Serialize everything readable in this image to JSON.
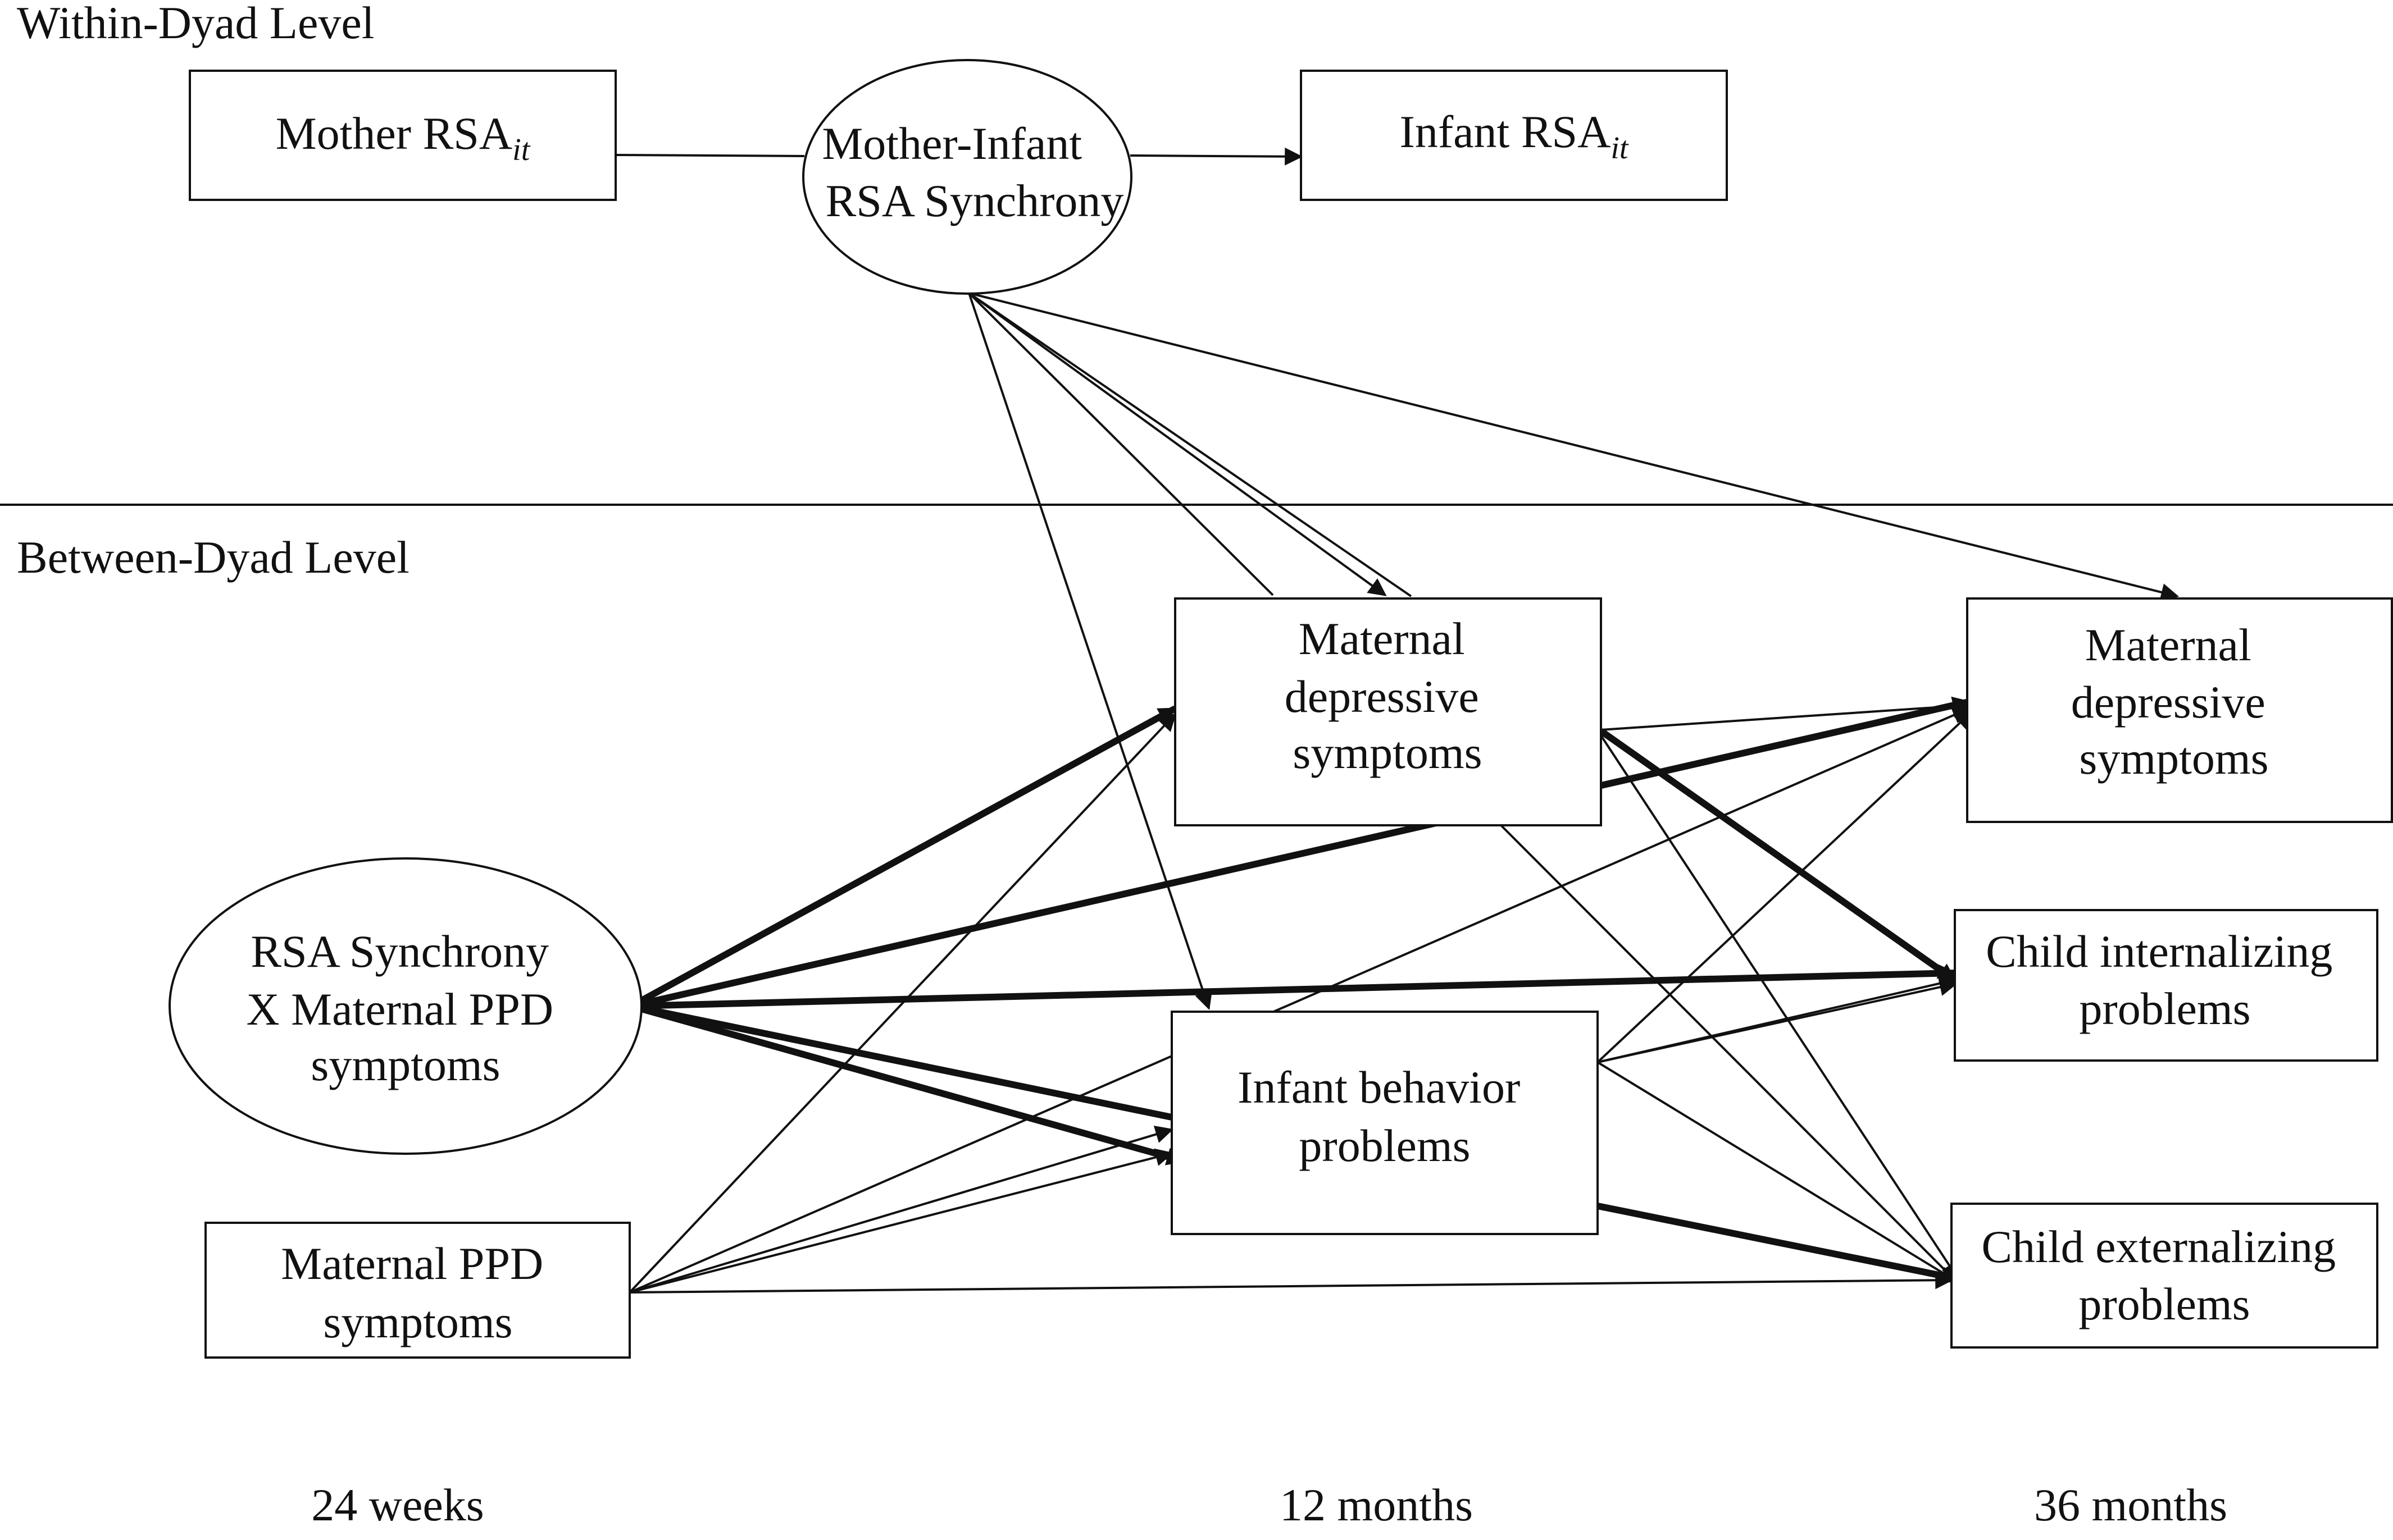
{
  "levels": {
    "within": "Within-Dyad Level",
    "between": "Between-Dyad Level"
  },
  "nodes": {
    "mother_rsa": {
      "main": "Mother RSA",
      "sub": "it"
    },
    "infant_rsa": {
      "main": "Infant RSA",
      "sub": "it"
    },
    "synchrony": {
      "lines": [
        "Mother-Infant",
        "RSA Synchrony"
      ]
    },
    "interaction": {
      "lines": [
        "RSA Synchrony",
        "X Maternal PPD",
        "symptoms"
      ]
    },
    "ppd": {
      "lines": [
        "Maternal PPD",
        "symptoms"
      ]
    },
    "mat_dep_12": {
      "lines": [
        "Maternal",
        "depressive",
        "symptoms"
      ]
    },
    "infant_beh": {
      "lines": [
        "Infant behavior",
        "problems"
      ]
    },
    "mat_dep_36": {
      "lines": [
        "Maternal",
        "depressive",
        "symptoms"
      ]
    },
    "child_int": {
      "lines": [
        "Child internalizing",
        "problems"
      ]
    },
    "child_ext": {
      "lines": [
        "Child externalizing",
        "problems"
      ]
    }
  },
  "timepoints": [
    "24 weeks",
    "12 months",
    "36 months"
  ]
}
